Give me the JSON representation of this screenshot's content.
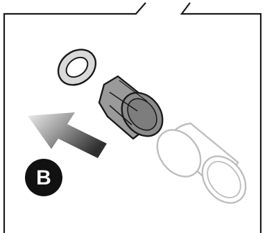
{
  "step": {
    "label": "B"
  },
  "parts": [
    {
      "name": "washer"
    },
    {
      "name": "nut"
    },
    {
      "name": "sleeve"
    }
  ],
  "colors": {
    "outline": "#1a1a1a",
    "washer_fill": "#d9d9d9",
    "nut_fill": "#9a9a9a",
    "nut_face": "#7d7d7d",
    "sleeve_fill": "#ffffff",
    "sleeve_stroke": "#bdbdbd",
    "badge_fill": "#111111",
    "badge_text": "#ffffff"
  }
}
